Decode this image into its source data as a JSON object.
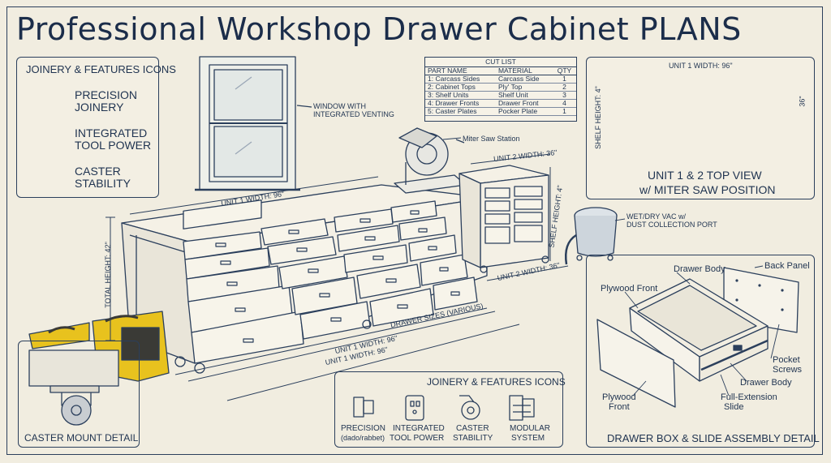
{
  "title": "Professional Workshop Drawer Cabinet PLANS",
  "joinery_left": {
    "heading": "JOINERY & FEATURES ICONS",
    "items": [
      {
        "label1": "PRECISION",
        "label2": "JOINERY",
        "icon": "joinery-icon"
      },
      {
        "label1": "INTEGRATED",
        "label2": "TOOL POWER",
        "icon": "outlet-icon"
      },
      {
        "label1": "CASTER",
        "label2": "STABILITY",
        "icon": "caster-icon"
      }
    ]
  },
  "cut_list": {
    "caption": "CUT LIST",
    "headers": [
      "PART NAME",
      "MATERIAL",
      "QTY"
    ],
    "rows": [
      [
        "1: Carcass Sides",
        "Carcass Side",
        "1"
      ],
      [
        "2: Cabinet Tops",
        "Ply' Top",
        "2"
      ],
      [
        "3: Shelf Units",
        "Shelf Unit",
        "3"
      ],
      [
        "4: Drawer Fronts",
        "Drawer Front",
        "4"
      ],
      [
        "5: Caster Plates",
        "Pocker Plate",
        "1"
      ]
    ]
  },
  "main_drawing": {
    "window_label_1": "WINDOW WITH",
    "window_label_2": "INTEGRATED VENTING",
    "miter_label": "Miter Saw Station",
    "unit2_width_top": "UNIT 2 WIDTH: 36\"",
    "shelf_height": "SHELF HEIGHT: 4\"",
    "unit1_width_top": "UNIT 1 WIDTH: 96\"",
    "total_height": "TOTAL HEIGHT: 42\"",
    "unit2_width_side": "UNIT 2 WIDTH: 36\"",
    "drawer_sizes": "DRAWER SIZES (VARIOUS)",
    "unit1_width_low": "UNIT 1 WIDTH: 96\"",
    "unit1_width_bottom": "UNIT 1 WIDTH: 96\"",
    "vac_label_1": "WET/DRY VAC w/",
    "vac_label_2": "DUST COLLECTION PORT"
  },
  "top_view": {
    "unit_width": "UNIT 1 WIDTH: 96\"",
    "shelf_height": "SHELF HEIGHT: 4\"",
    "depth": "36\"",
    "caption_1": "UNIT 1 & 2 TOP VIEW",
    "caption_2": "w/ MITER SAW POSITION"
  },
  "caster_detail": {
    "caption": "CASTER MOUNT DETAIL"
  },
  "joinery_bottom": {
    "heading": "JOINERY & FEATURES ICONS",
    "items": [
      {
        "label1": "PRECISION",
        "label2": "(dado/rabbet)",
        "icon": "joinery-icon"
      },
      {
        "label1": "INTEGRATED",
        "label2": "TOOL POWER",
        "icon": "outlet-icon"
      },
      {
        "label1": "CASTER",
        "label2": "STABILITY",
        "icon": "caster-icon"
      },
      {
        "label1": "MODULAR",
        "label2": "SYSTEM",
        "icon": "modular-icon"
      }
    ]
  },
  "drawer_detail": {
    "drawer_body_top": "Drawer Body",
    "back_panel": "Back Panel",
    "plywood_front_top": "Plywood Front",
    "pocket_screws_1": "Pocket",
    "pocket_screws_2": "Screws",
    "drawer_body_bottom": "Drawer Body",
    "plywood_front_bottom_1": "Plywood",
    "plywood_front_bottom_2": "Front",
    "slide_1": "Full-Extension",
    "slide_2": "Slide",
    "caption": "DRAWER BOX & SLIDE ASSEMBLY DETAIL"
  },
  "colors": {
    "ink": "#1f3350",
    "paper": "#f1ede0",
    "tool_yellow": "#e8c21e"
  }
}
